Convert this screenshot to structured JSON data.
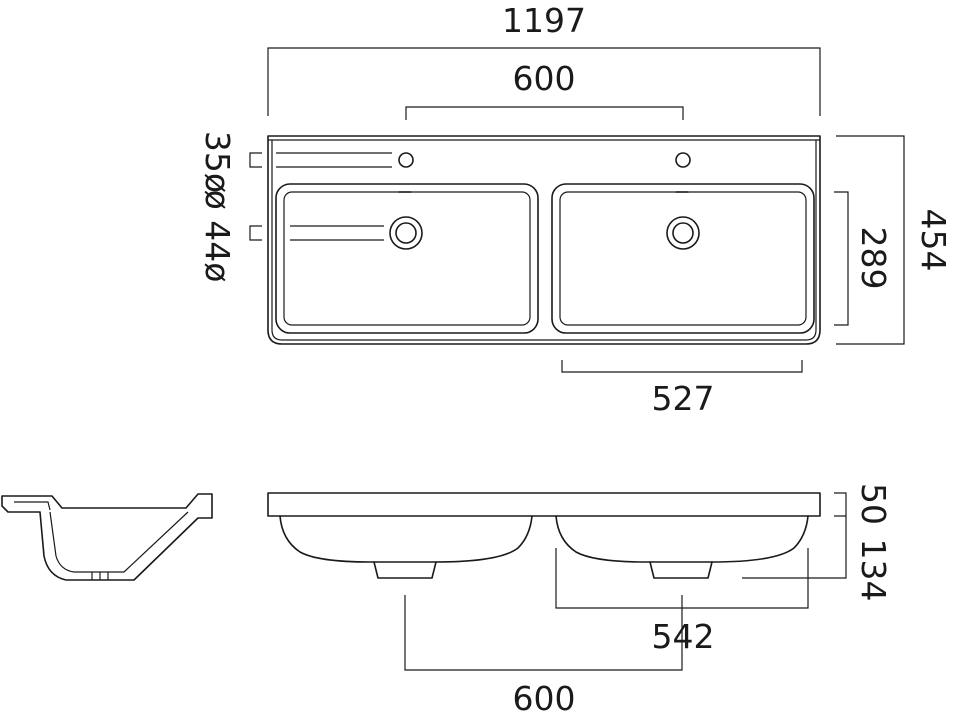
{
  "dimensions": {
    "overall_width": "1197",
    "tap_spacing": "600",
    "tap_hole": "35ø",
    "waste_hole": "ø 44ø",
    "overall_depth": "454",
    "bowl_depth": "289",
    "bowl_width": "527",
    "rim_height": "50",
    "overall_height": "134",
    "bowl_width_section": "542",
    "waste_spacing": "600"
  },
  "colors": {
    "line": "#1a1a1a",
    "background": "#ffffff"
  }
}
